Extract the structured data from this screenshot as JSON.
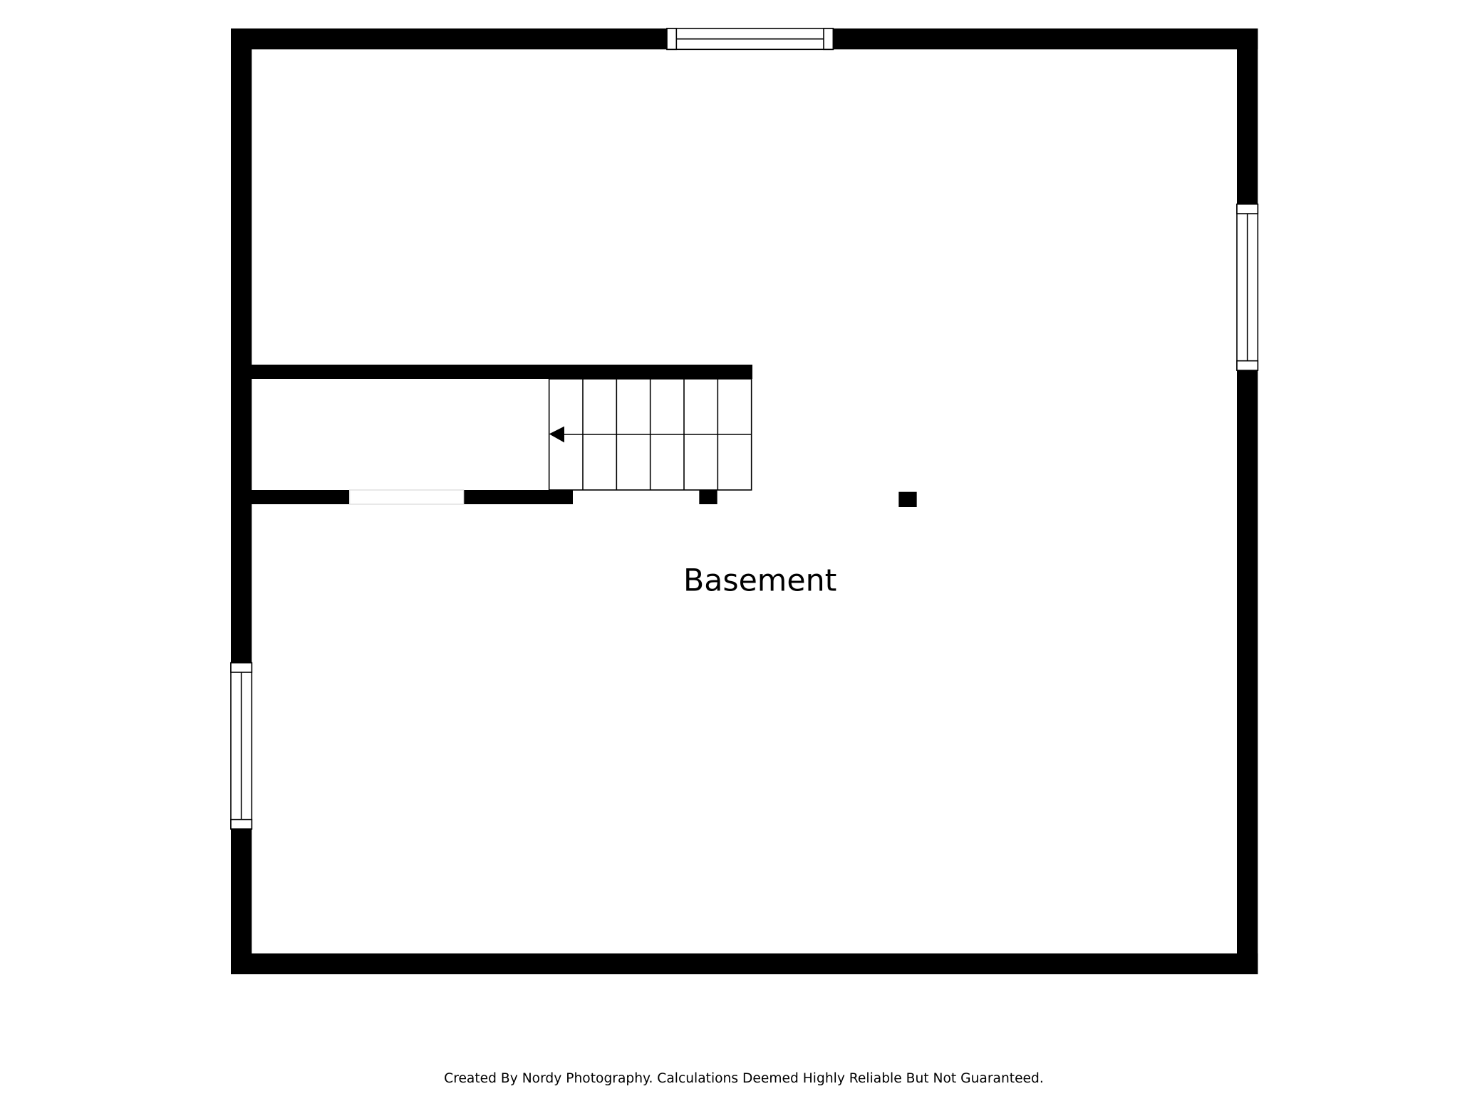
{
  "floor_plan": {
    "rooms": [
      {
        "label": "Basement"
      }
    ],
    "stairs": {
      "treads": 6,
      "direction": "left"
    },
    "colors": {
      "wall": "#000000",
      "background": "#ffffff"
    }
  },
  "footer": {
    "credit": "Created By Nordy Photography. Calculations Deemed Highly Reliable But Not Guaranteed."
  }
}
